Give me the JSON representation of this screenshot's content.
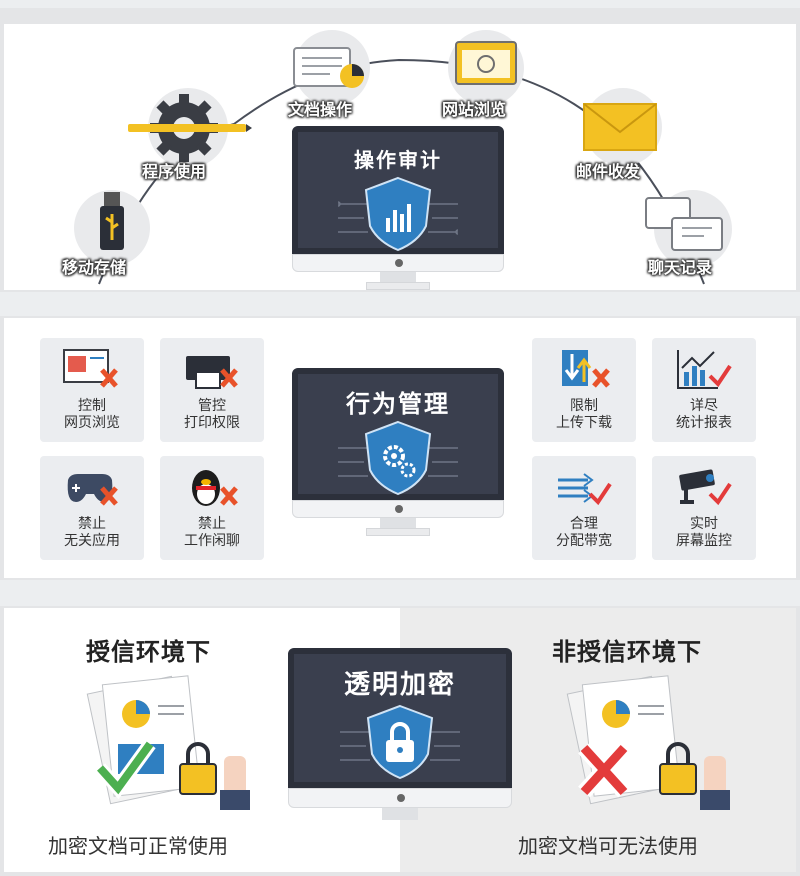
{
  "audit": {
    "title": "操作审计",
    "items": {
      "removable": "移动存储",
      "program": "程序使用",
      "document": "文档操作",
      "web": "网站浏览",
      "email": "邮件收发",
      "chat": "聊天记录"
    }
  },
  "behavior": {
    "title": "行为管理",
    "tiles": [
      {
        "l1": "控制",
        "l2": "网页浏览"
      },
      {
        "l1": "管控",
        "l2": "打印权限"
      },
      {
        "l1": "禁止",
        "l2": "无关应用"
      },
      {
        "l1": "禁止",
        "l2": "工作闲聊"
      },
      {
        "l1": "限制",
        "l2": "上传下载"
      },
      {
        "l1": "详尽",
        "l2": "统计报表"
      },
      {
        "l1": "合理",
        "l2": "分配带宽"
      },
      {
        "l1": "实时",
        "l2": "屏幕监控"
      }
    ]
  },
  "encryption": {
    "title": "透明加密",
    "trusted_title": "授信环境下",
    "untrusted_title": "非授信环境下",
    "trusted_caption": "加密文档可正常使用",
    "untrusted_caption": "加密文档可无法使用"
  },
  "colors": {
    "screen": "#3a3f4e",
    "shield": "#2f7fc1",
    "accent_x": "#e8522a",
    "accent_check": "#e33b3b"
  }
}
